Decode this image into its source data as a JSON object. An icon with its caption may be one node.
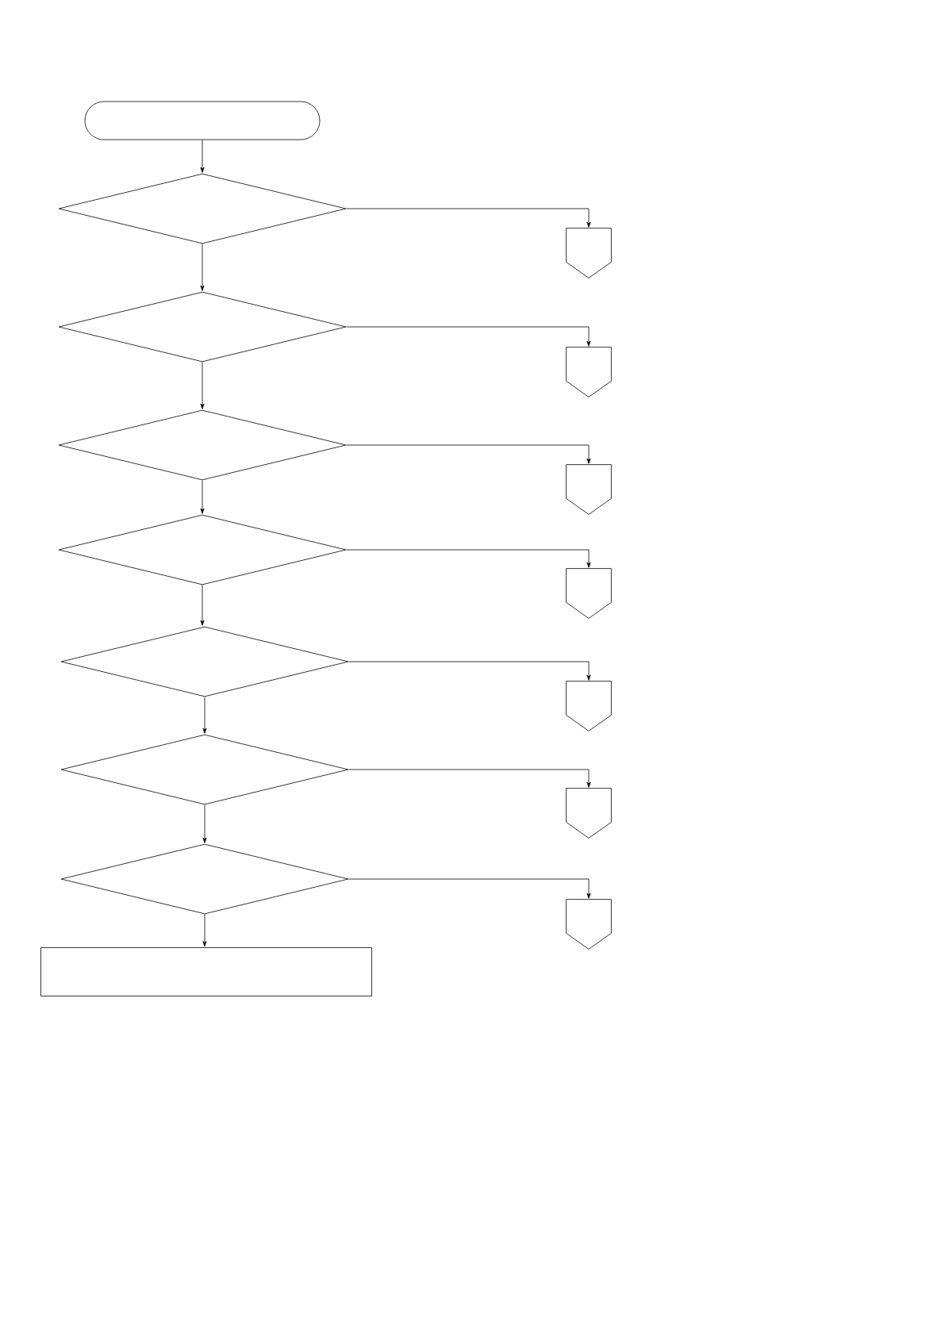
{
  "diagram": {
    "nodes": [
      {
        "text": [],
        "shape": "oval"
      },
      {
        "text": [],
        "shape": "diamond"
      },
      {
        "text": [],
        "shape": "pentagon"
      },
      {
        "text": [],
        "shape": "diamond"
      },
      {
        "text": [],
        "shape": "pentagon"
      },
      {
        "text": [],
        "shape": "diamond"
      },
      {
        "text": [],
        "shape": "pentagon"
      },
      {
        "text": [],
        "shape": "diamond"
      },
      {
        "text": [],
        "shape": "pentagon"
      },
      {
        "text": [],
        "shape": "diamond"
      },
      {
        "text": [],
        "shape": "pentagon"
      },
      {
        "text": [],
        "shape": "diamond"
      },
      {
        "text": [],
        "shape": "pentagon"
      },
      {
        "text": [],
        "shape": "diamond"
      },
      {
        "text": [],
        "shape": "pentagon"
      },
      {
        "text": [],
        "shape": "box"
      }
    ],
    "edges": [
      {
        "from": 0,
        "to": 1,
        "arrow": "to"
      },
      {
        "from": 1,
        "to": 2,
        "arrow": "to"
      },
      {
        "from": 1,
        "to": 3,
        "arrow": "to"
      },
      {
        "from": 3,
        "to": 4,
        "arrow": "to"
      },
      {
        "from": 3,
        "to": 5,
        "arrow": "to"
      },
      {
        "from": 5,
        "to": 6,
        "arrow": "to"
      },
      {
        "from": 5,
        "to": 7,
        "arrow": "to"
      },
      {
        "from": 7,
        "to": 8,
        "arrow": "to"
      },
      {
        "from": 7,
        "to": 9,
        "arrow": "to"
      },
      {
        "from": 9,
        "to": 10,
        "arrow": "to"
      },
      {
        "from": 9,
        "to": 11,
        "arrow": "to"
      },
      {
        "from": 11,
        "to": 12,
        "arrow": "to"
      },
      {
        "from": 11,
        "to": 13,
        "arrow": "to"
      },
      {
        "from": 13,
        "to": 14,
        "arrow": "to"
      },
      {
        "from": 13,
        "to": 15,
        "arrow": "to"
      }
    ]
  }
}
